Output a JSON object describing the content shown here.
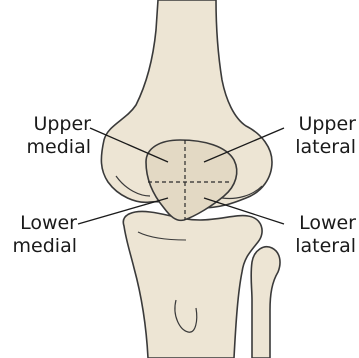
{
  "labels": {
    "upper_medial": {
      "line1": "Upper",
      "line2": "medial"
    },
    "upper_lateral": {
      "line1": "Upper",
      "line2": "lateral"
    },
    "lower_medial": {
      "line1": "Lower",
      "line2": "medial"
    },
    "lower_lateral": {
      "line1": "Lower",
      "line2": "lateral"
    }
  },
  "colors": {
    "bone_fill": "#ede5d4",
    "bone_stroke": "#3a3a3a",
    "patella_fill": "#e3d9c4",
    "text": "#1a1a1a",
    "background": "#ffffff"
  },
  "icons": {
    "femur": "femur-bone",
    "tibia": "tibia-bone",
    "fibula": "fibula-bone",
    "patella": "patella-bone"
  }
}
